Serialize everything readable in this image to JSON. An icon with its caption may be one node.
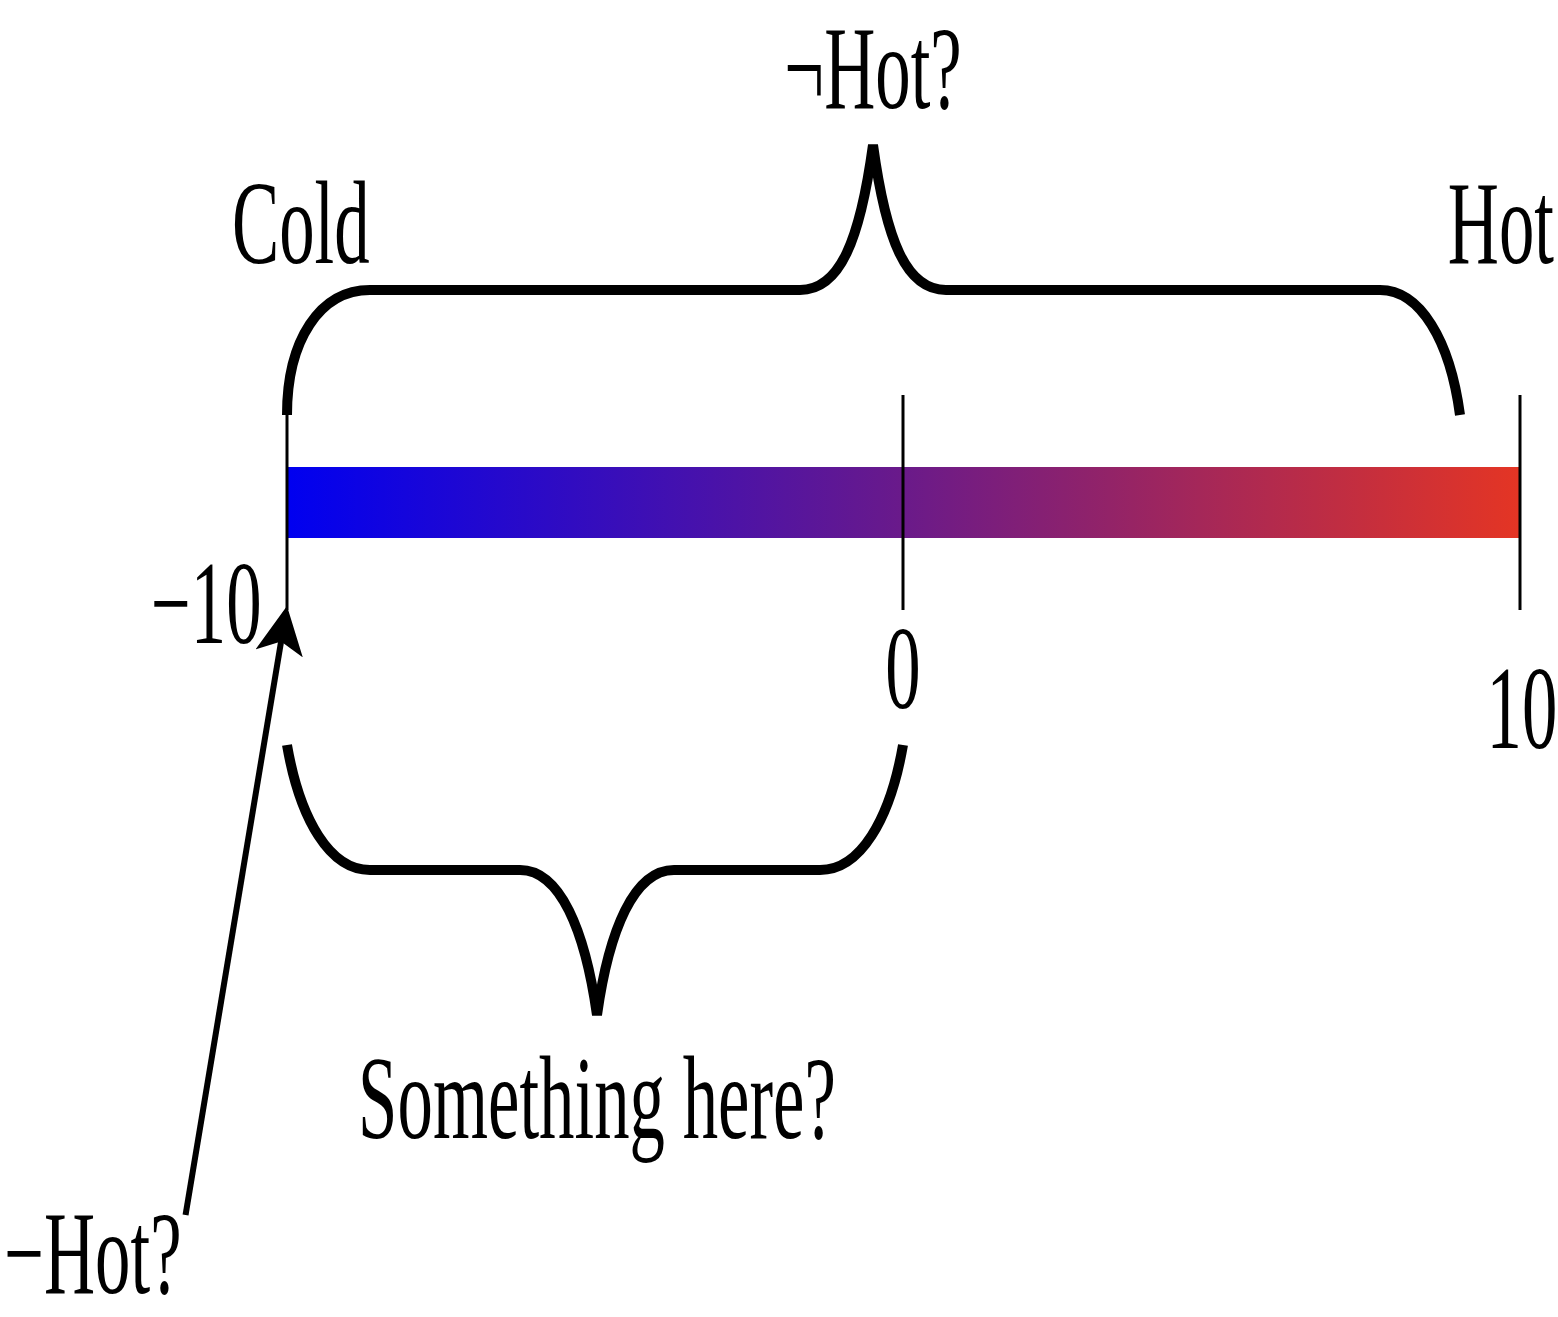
{
  "diagram": {
    "nodes": [
      {
        "text": [
          "−Hot?"
        ]
      },
      {
        "text": [],
        "shape": "line"
      }
    ],
    "edges": [
      {
        "from": 0,
        "to": 1,
        "arrow": "to"
      }
    ],
    "labels": [
      "¬Hot?",
      "Cold",
      "Hot",
      "−10",
      "0",
      "10",
      "Something here?"
    ]
  }
}
